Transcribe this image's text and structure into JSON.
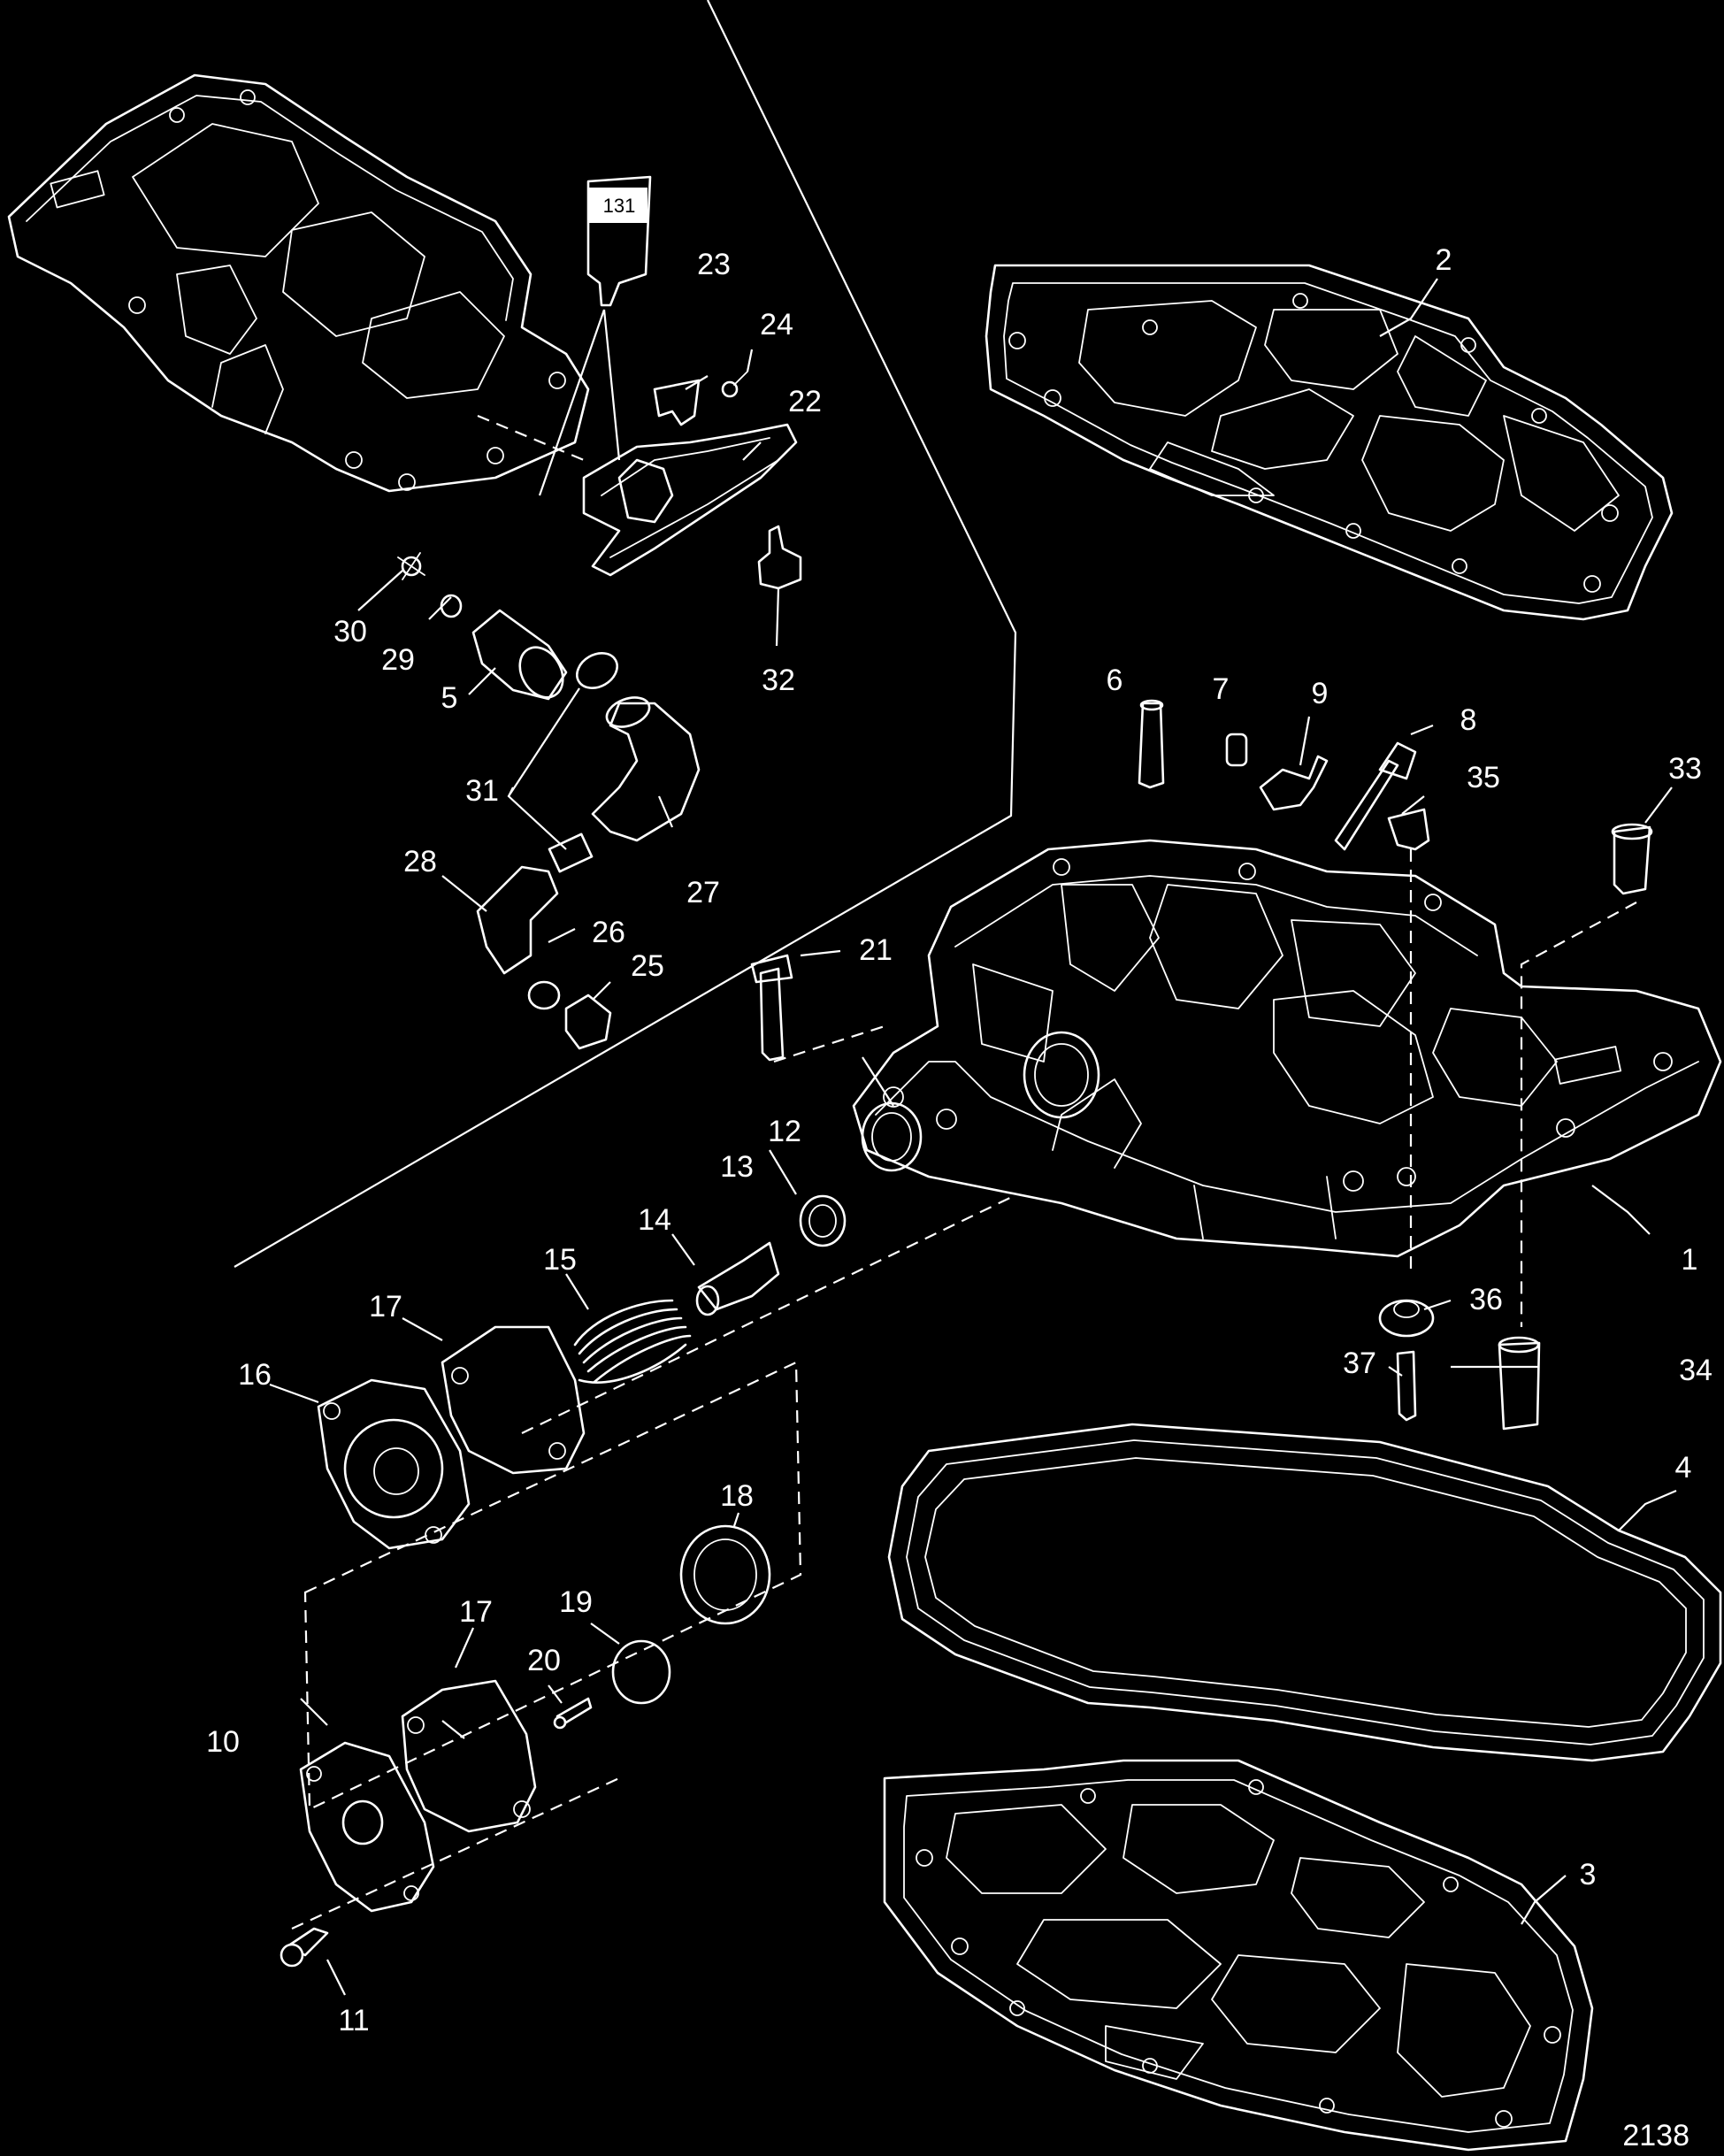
{
  "figure": {
    "number": "2138",
    "sealant_tube_label": "131"
  },
  "callouts": [
    {
      "id": "1",
      "label": "1"
    },
    {
      "id": "2",
      "label": "2"
    },
    {
      "id": "3",
      "label": "3"
    },
    {
      "id": "4",
      "label": "4"
    },
    {
      "id": "5",
      "label": "5"
    },
    {
      "id": "6",
      "label": "6"
    },
    {
      "id": "7",
      "label": "7"
    },
    {
      "id": "8",
      "label": "8"
    },
    {
      "id": "9",
      "label": "9"
    },
    {
      "id": "10",
      "label": "10"
    },
    {
      "id": "11",
      "label": "11"
    },
    {
      "id": "12",
      "label": "12"
    },
    {
      "id": "13",
      "label": "13"
    },
    {
      "id": "14",
      "label": "14"
    },
    {
      "id": "15",
      "label": "15"
    },
    {
      "id": "16",
      "label": "16"
    },
    {
      "id": "17a",
      "label": "17"
    },
    {
      "id": "17b",
      "label": "17"
    },
    {
      "id": "18",
      "label": "18"
    },
    {
      "id": "19",
      "label": "19"
    },
    {
      "id": "20",
      "label": "20"
    },
    {
      "id": "21",
      "label": "21"
    },
    {
      "id": "22",
      "label": "22"
    },
    {
      "id": "23",
      "label": "23"
    },
    {
      "id": "24",
      "label": "24"
    },
    {
      "id": "25",
      "label": "25"
    },
    {
      "id": "26",
      "label": "26"
    },
    {
      "id": "27",
      "label": "27"
    },
    {
      "id": "28",
      "label": "28"
    },
    {
      "id": "29",
      "label": "29"
    },
    {
      "id": "30",
      "label": "30"
    },
    {
      "id": "31",
      "label": "31"
    },
    {
      "id": "32",
      "label": "32"
    },
    {
      "id": "33",
      "label": "33"
    },
    {
      "id": "34",
      "label": "34"
    },
    {
      "id": "35",
      "label": "35"
    },
    {
      "id": "36",
      "label": "36"
    },
    {
      "id": "37",
      "label": "37"
    }
  ]
}
